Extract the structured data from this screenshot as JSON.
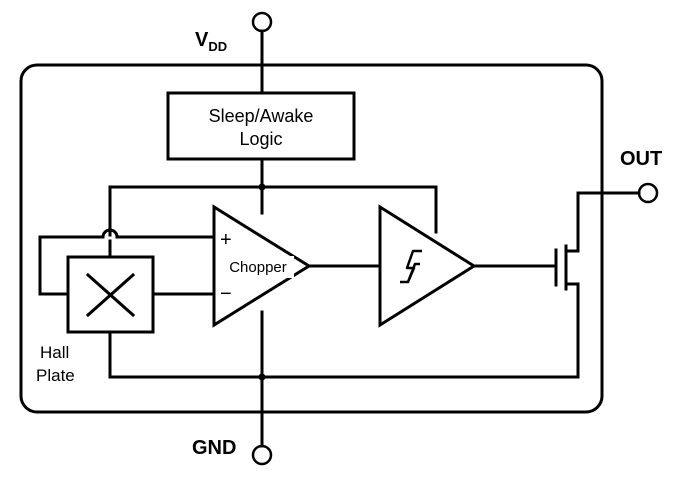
{
  "pins": {
    "vdd_main": "V",
    "vdd_sub": "DD",
    "gnd": "GND",
    "out": "OUT"
  },
  "blocks": {
    "logic_line1": "Sleep/Awake",
    "logic_line2": "Logic",
    "amp": "Chopper",
    "amp_plus": "+",
    "amp_minus": "−",
    "hall_line1": "Hall",
    "hall_line2": "Plate"
  }
}
